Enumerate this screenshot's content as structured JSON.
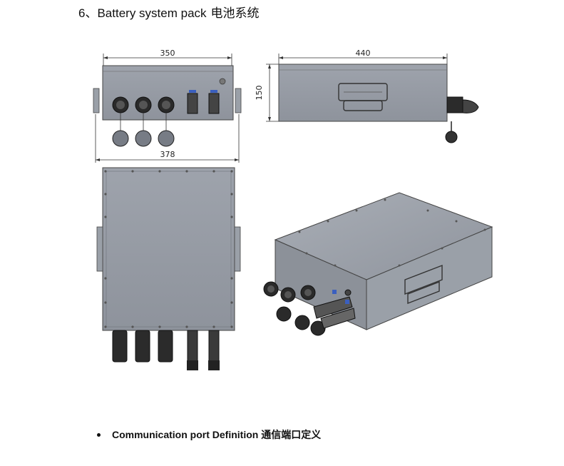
{
  "section": {
    "number": "6、",
    "title": "Battery system pack",
    "title_zh": "电池系统"
  },
  "dimensions": {
    "top_width": "350",
    "side_length": "440",
    "side_height": "150",
    "front_width": "378"
  },
  "bullet": {
    "text": "Communication port Definition",
    "text_zh": "通信端口定义"
  }
}
